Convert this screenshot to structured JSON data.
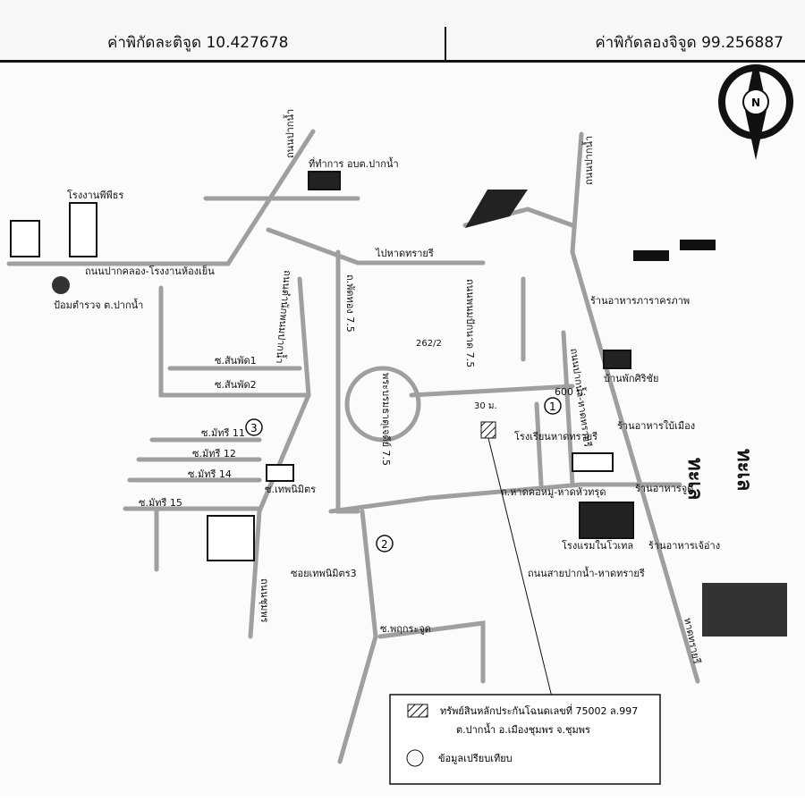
{
  "header": {
    "latitude_label": "ค่าพิกัดละติจูด 10.427678",
    "longitude_label": "ค่าพิกัดลองจิจูด 99.256887"
  },
  "compass": {
    "letter": "N"
  },
  "labels": {
    "to_pak_nam_north": "ถนนปากน้ำ",
    "municipal_office": "ที่ทำการ อบต.ปากน้ำ",
    "power_plant": "โรงงานพีพีธร",
    "road_pak_khlong": "ถนนปากคลอง-โรงงานห้องเย็น",
    "police_booth": "ป้อมตำรวจ ต.ปากน้ำ",
    "to_hat_sai_ri": "ไปหาดทรายรี",
    "to_paknam": "ถนนปากน้ำ",
    "road_paknam_hatsairi": "ถนนปากน้ำ-หาดทรายรี",
    "restaurant_phaphi": "ร้านอาหารภาราครภาพ",
    "soi_sanphat1": "ซ.สันพัด1",
    "soi_sanphat2": "ซ.สันพัด2",
    "road_pakthep": "ถ.พัดทอง 7.5",
    "road_tamnak_pak": "ถนนตำนักพนมปากน้ำ",
    "road_pak_mun": "ถนนพนมปักนาด 7.5",
    "chedi": "พระบรมธาตุเจดีย์ 7.5",
    "soi_mathi11": "ซ.มัทรี 11",
    "soi_mathi12": "ซ.มัทรี 12",
    "soi_mathi14": "ซ.มัทรี 14",
    "soi_mathi15": "ซ.มัทรี 15",
    "soi_thepnimit": "ซ.เทพนิมิตร",
    "distance_600": "600 ม.",
    "house_sirin": "บ้านพักศิริชัย",
    "school": "โรงเรียนหาดทรายรี",
    "restaurant_bai_muang": "ร้านอาหารใบ้เมือง",
    "road_hatkhom": "ถ.หาดคอหมู-หาดหัวทรุด",
    "restaurant_chut": "ร้านอาหารจูด",
    "sea1": "ทะเล",
    "sea2": "ทะเล",
    "hotel": "โรงแรมในโวเทล",
    "restaurant_chao": "ร้านอาหารเจ้อ่าง",
    "soi_thepnimit3": "ซอยเทพนิมิตร3",
    "road_sai_paknam_hat": "ถนนสายปากน้ำ-หาดทรายรี",
    "road_pak_south": "ถนนชุมพร",
    "to_hat_sai_ri_south": "หาดทรายรี",
    "soi_phrukkrasut": "ซ.พฤกระจูด",
    "road_num_sai": "262/2",
    "marker1": "1",
    "marker2": "2",
    "marker3": "3",
    "marker_30": "30 ม."
  },
  "legend": {
    "property_text": "ทรัพย์สินหลักประกันโฉนดเลขที่ 75002 ล.997",
    "property_location": "ต.ปากน้ำ อ.เมืองชุมพร จ.ชุมพร",
    "comparison_text": "ข้อมูลเปรียบเทียบ"
  },
  "colors": {
    "road": "#a8a8a8",
    "road_outline": "#777777",
    "ink": "#111111"
  }
}
